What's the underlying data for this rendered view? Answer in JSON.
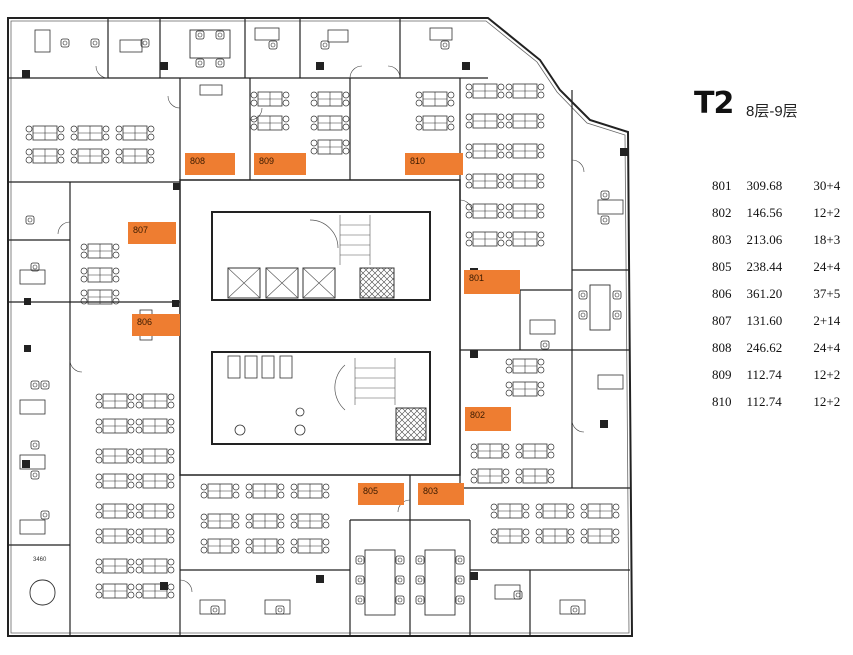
{
  "title": "T2",
  "floors": "8层-9层",
  "units": [
    {
      "id": "801",
      "area": "309.68",
      "capacity": "30+4"
    },
    {
      "id": "802",
      "area": "146.56",
      "capacity": "12+2"
    },
    {
      "id": "803",
      "area": "213.06",
      "capacity": "18+3"
    },
    {
      "id": "805",
      "area": "238.44",
      "capacity": "24+4"
    },
    {
      "id": "806",
      "area": "361.20",
      "capacity": "37+5"
    },
    {
      "id": "807",
      "area": "131.60",
      "capacity": "2+14"
    },
    {
      "id": "808",
      "area": "246.62",
      "capacity": "24+4"
    },
    {
      "id": "809",
      "area": "112.74",
      "capacity": "12+2"
    },
    {
      "id": "810",
      "area": "112.74",
      "capacity": "12+2"
    }
  ],
  "plan_labels": {
    "u808": "808",
    "u809": "809",
    "u810": "810",
    "u807": "807",
    "u801": "801",
    "u806": "806",
    "u802": "802",
    "u805": "805",
    "u803": "803"
  },
  "dimension_text": "3460",
  "colors": {
    "unit_label_fill": "#ee7d31",
    "wall": "#222222",
    "text": "#111111"
  }
}
